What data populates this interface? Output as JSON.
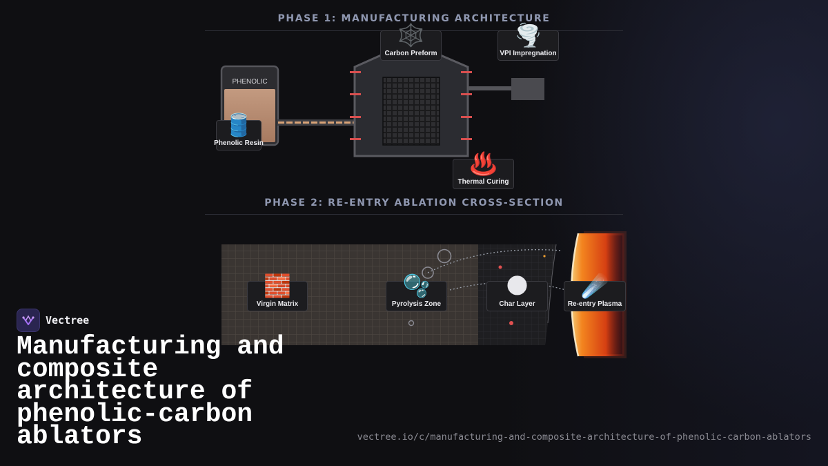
{
  "phase1": {
    "title": "PHASE 1: MANUFACTURING ARCHITECTURE",
    "tank_label": "PHENOLIC",
    "cards": [
      {
        "emoji": "🛢️",
        "label": "Phenolic Resin",
        "icon": "oil-drum-icon"
      },
      {
        "emoji": "🕸️",
        "label": "Carbon Preform",
        "icon": "spider-web-icon"
      },
      {
        "emoji": "🌪️",
        "label": "VPI Impregnation",
        "icon": "tornado-icon"
      },
      {
        "emoji": "♨️",
        "label": "Thermal Curing",
        "icon": "hot-springs-icon"
      }
    ]
  },
  "phase2": {
    "title": "PHASE 2: RE-ENTRY ABLATION CROSS-SECTION",
    "cards": [
      {
        "emoji": "🧱",
        "label": "Virgin Matrix",
        "icon": "brick-icon"
      },
      {
        "emoji": "🫧",
        "label": "Pyrolysis Zone",
        "icon": "bubbles-icon"
      },
      {
        "emoji": "🌑",
        "label": "Char Layer",
        "icon": "new-moon-icon"
      },
      {
        "emoji": "☄️",
        "label": "Re-entry Plasma",
        "icon": "comet-icon"
      }
    ]
  },
  "brand": {
    "name": "Vectree",
    "icon": "vectree-logo-icon"
  },
  "title": "Manufacturing and composite architecture of phenolic-carbon ablators",
  "url": "vectree.io/c/manufacturing-and-composite-architecture-of-phenolic-carbon-ablators",
  "colors": {
    "heater": "#e05555",
    "resin": "#c19378",
    "plasma": "#ff7a1a",
    "accent": "#8f97b0"
  }
}
